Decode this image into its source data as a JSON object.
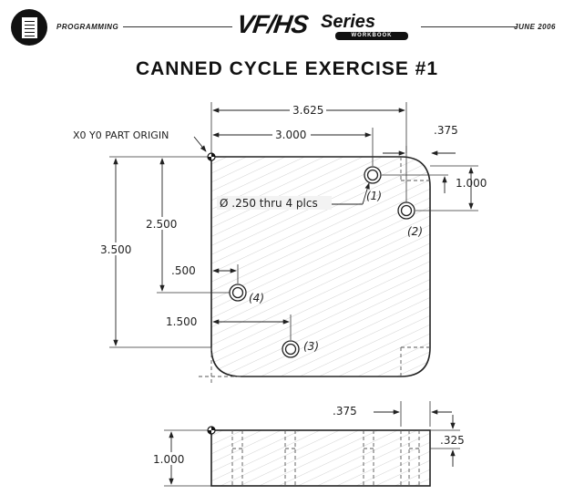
{
  "header": {
    "section": "PROGRAMMING",
    "date": "JUNE 2006",
    "brand_main": "VF/HS",
    "brand_series": "Series",
    "brand_sub": "WORKBOOK"
  },
  "title": "CANNED CYCLE EXERCISE #1",
  "drawing": {
    "origin_label": "X0 Y0 PART ORIGIN",
    "dims": {
      "overall_x": "3.625",
      "hole1_x": "3.000",
      "corner_offset": ".375",
      "hole_pitch_y": "1.000",
      "hole1_y": "2.500",
      "overall_y": "3.500",
      "hole4_x": ".500",
      "hole3_x": "1.500",
      "hole_note": "Ø .250 thru 4 plcs",
      "side_offset": ".375",
      "side_height": "1.000",
      "side_depth": ".325"
    },
    "hole_labels": [
      "(1)",
      "(2)",
      "(3)",
      "(4)"
    ]
  }
}
